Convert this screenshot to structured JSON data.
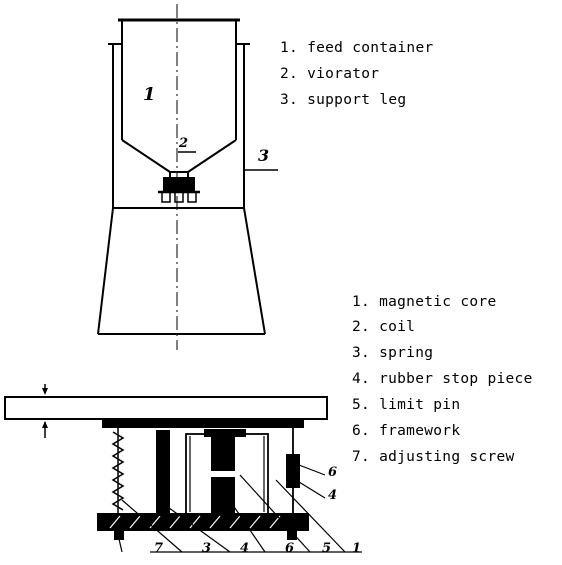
{
  "top_legend": [
    {
      "n": "1.",
      "text": "feed container"
    },
    {
      "n": "2.",
      "text": "viorator"
    },
    {
      "n": "3.",
      "text": "support leg"
    }
  ],
  "bottom_legend": [
    {
      "n": "1.",
      "text": "magnetic core"
    },
    {
      "n": "2.",
      "text": "coil"
    },
    {
      "n": "3.",
      "text": "spring"
    },
    {
      "n": "4.",
      "text": "rubber stop piece"
    },
    {
      "n": "5.",
      "text": "limit pin"
    },
    {
      "n": "6.",
      "text": "framework"
    },
    {
      "n": "7.",
      "text": "adjusting screw"
    }
  ],
  "callouts": {
    "container": "1",
    "vibrator": "2",
    "leg": "3",
    "side_upper": "6",
    "side_lower": "4",
    "bottom": [
      "7",
      "3",
      "4",
      "6",
      "5",
      "1"
    ]
  },
  "colors": {
    "ink": "#000000",
    "paper": "#ffffff"
  }
}
